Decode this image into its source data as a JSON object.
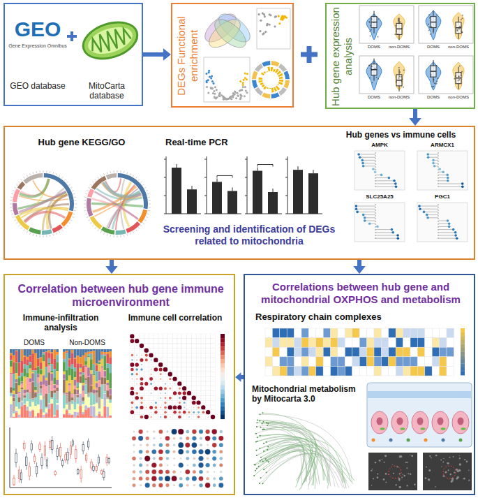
{
  "diagram": {
    "nodes": [
      {
        "text": [
          "GEO database",
          "MitoCarta database"
        ]
      },
      {
        "text": [
          "DEGs Functional enrichment"
        ]
      },
      {
        "text": [
          "Hub gene expression analysis"
        ]
      },
      {
        "text": [
          "Hub gene KEGG/GO",
          "Real-time PCR",
          "Hub genes vs immune cells",
          "Screening and identification of DEGs related to mitochondria"
        ]
      },
      {
        "text": [
          "Correlation between hub gene immune microenvironment",
          "Immune-infiltration analysis",
          "Immune cell correlation"
        ]
      },
      {
        "text": [
          "Correlations between hub gene and mitochondrial OXPHOS and metabolism",
          "Respiratory chain complexes",
          "Mitochondrial metabolism by Mitocarta 3.0"
        ]
      }
    ],
    "edges": [
      {
        "from": 0,
        "to": 1,
        "arrow": "to"
      },
      {
        "from": 2,
        "to": 3,
        "arrow": "to"
      },
      {
        "from": 3,
        "to": 4,
        "arrow": "to"
      },
      {
        "from": 3,
        "to": 5,
        "arrow": "to"
      },
      {
        "from": 5,
        "to": 4,
        "arrow": "to"
      }
    ],
    "labels": [
      "GEO",
      "Gene Expression Omnibus",
      "DOMS",
      "non-DOMS",
      "DOMS",
      "non-DOMS",
      "DOMS",
      "non-DOMS",
      "DOMS",
      "non-DOMS",
      "AMPK",
      "ARMCX1",
      "SLC25A25",
      "PGC1",
      "DOMS",
      "Non-DOMS"
    ]
  }
}
